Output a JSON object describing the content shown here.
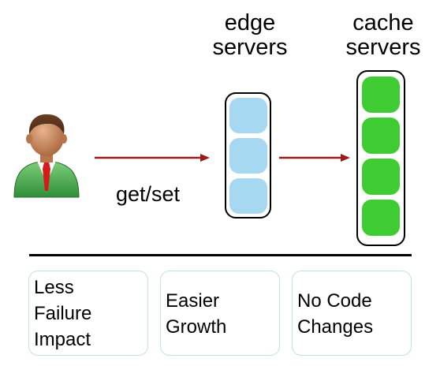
{
  "columns": {
    "edge_label": [
      "edge",
      "servers"
    ],
    "cache_label": [
      "cache",
      "servers"
    ]
  },
  "request_label": "get/set",
  "benefits": [
    {
      "lines": [
        "Less",
        "Failure",
        "Impact"
      ]
    },
    {
      "lines": [
        "Easier",
        "Growth"
      ]
    },
    {
      "lines": [
        "No Code",
        "Changes"
      ]
    }
  ],
  "colors": {
    "arrow": "#9b1c1c",
    "edge_slot": "#a6d8f2",
    "cache_slot": "#3fcc32",
    "benefit_border": "#bfe3e3"
  },
  "icons": {
    "user": "user-icon",
    "arrow_right": "arrow-right-icon"
  }
}
